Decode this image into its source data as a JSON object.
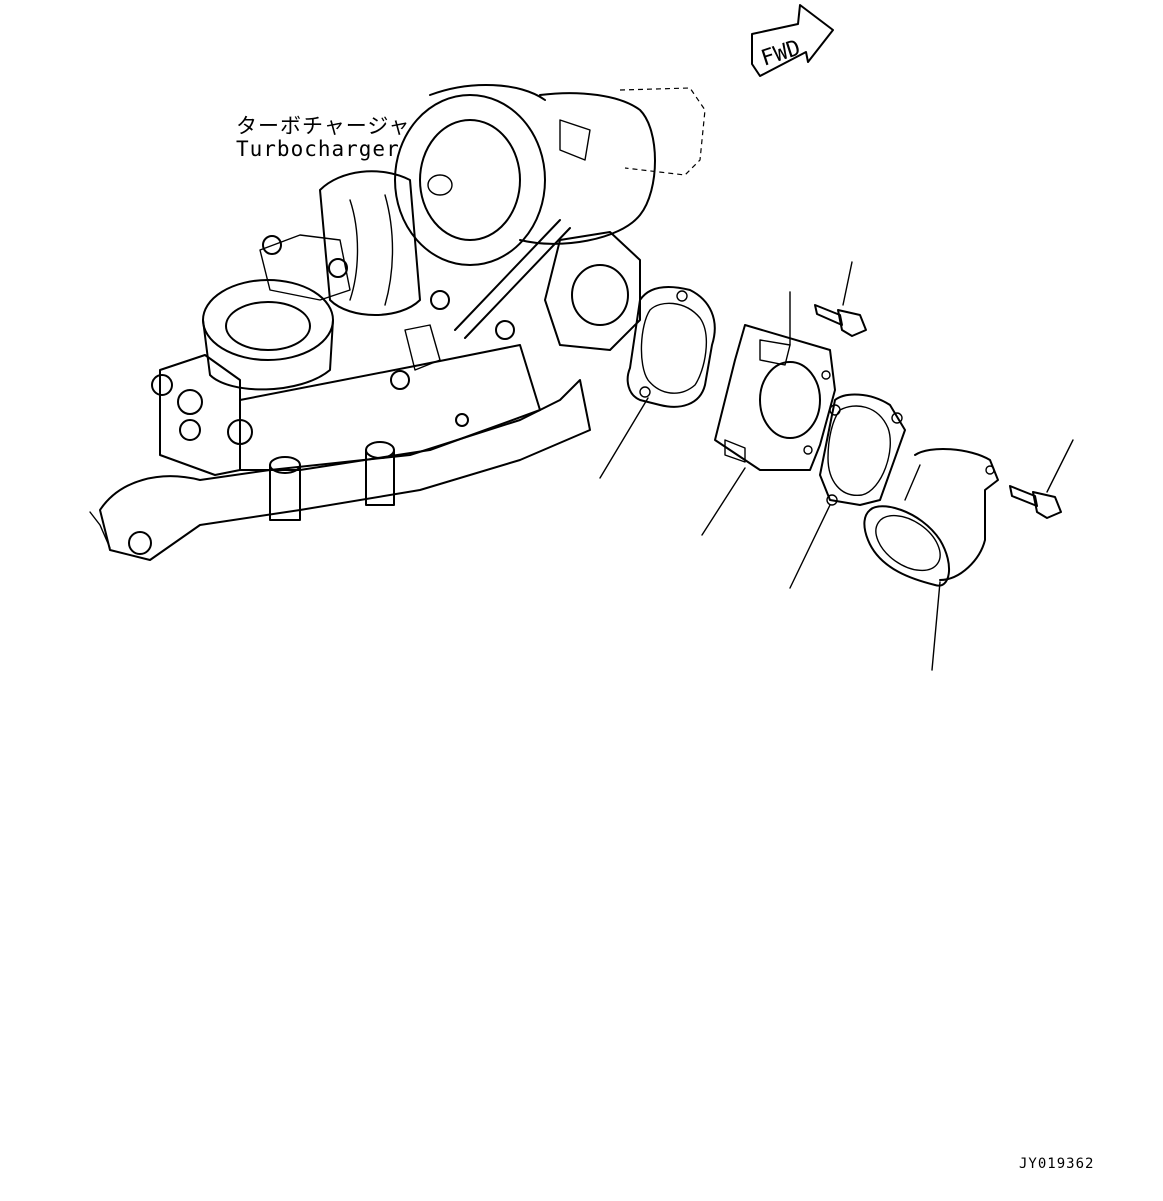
{
  "labels": {
    "turbo_jp": "ターボチャージャ",
    "turbo_en": "Turbocharger",
    "fwd": "FWD"
  },
  "drawing_code": "JY019362",
  "icons": {
    "fwd_arrow": "fwd-arrow-icon"
  }
}
